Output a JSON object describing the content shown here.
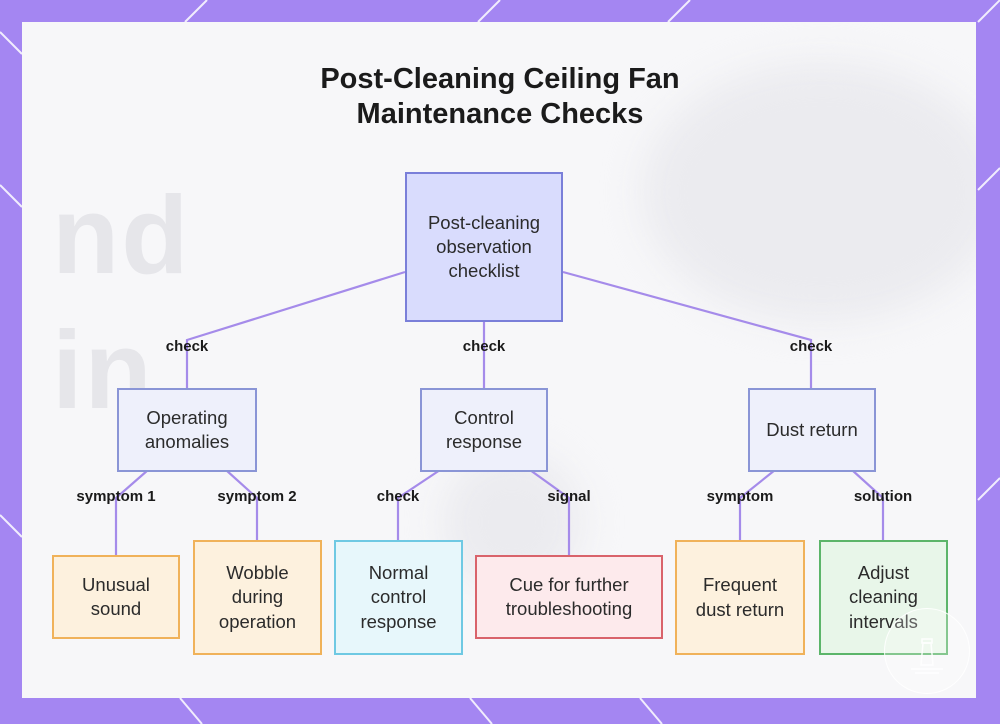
{
  "title_lines": [
    "Post-Cleaning Ceiling Fan",
    "Maintenance Checks"
  ],
  "nodes": {
    "root": "Post-cleaning observation checklist",
    "operating_anomalies": "Operating anomalies",
    "control_response": "Control response",
    "dust_return": "Dust return",
    "unusual_sound": "Unusual sound",
    "wobble": "Wobble during operation",
    "normal_control": "Normal control response",
    "cue_troubleshooting": "Cue for further troubleshooting",
    "frequent_dust": "Frequent dust return",
    "adjust_intervals": "Adjust cleaning intervals"
  },
  "edge_labels": {
    "root_to_operating": "check",
    "root_to_control": "check",
    "root_to_dust": "check",
    "operating_to_sound": "symptom 1",
    "operating_to_wobble": "symptom 2",
    "control_to_normal": "check",
    "control_to_cue": "signal",
    "dust_to_frequent": "symptom",
    "dust_to_adjust": "solution"
  },
  "colors": {
    "edge": "#a58bea",
    "root_fill": "#d9dcfd",
    "category_fill": "#eef0fb",
    "leaf_orange": "#f0b25a",
    "leaf_cyan": "#6fc9e3",
    "leaf_red": "#d9636b",
    "leaf_green": "#5cb56a",
    "frame": "#a486f2"
  }
}
